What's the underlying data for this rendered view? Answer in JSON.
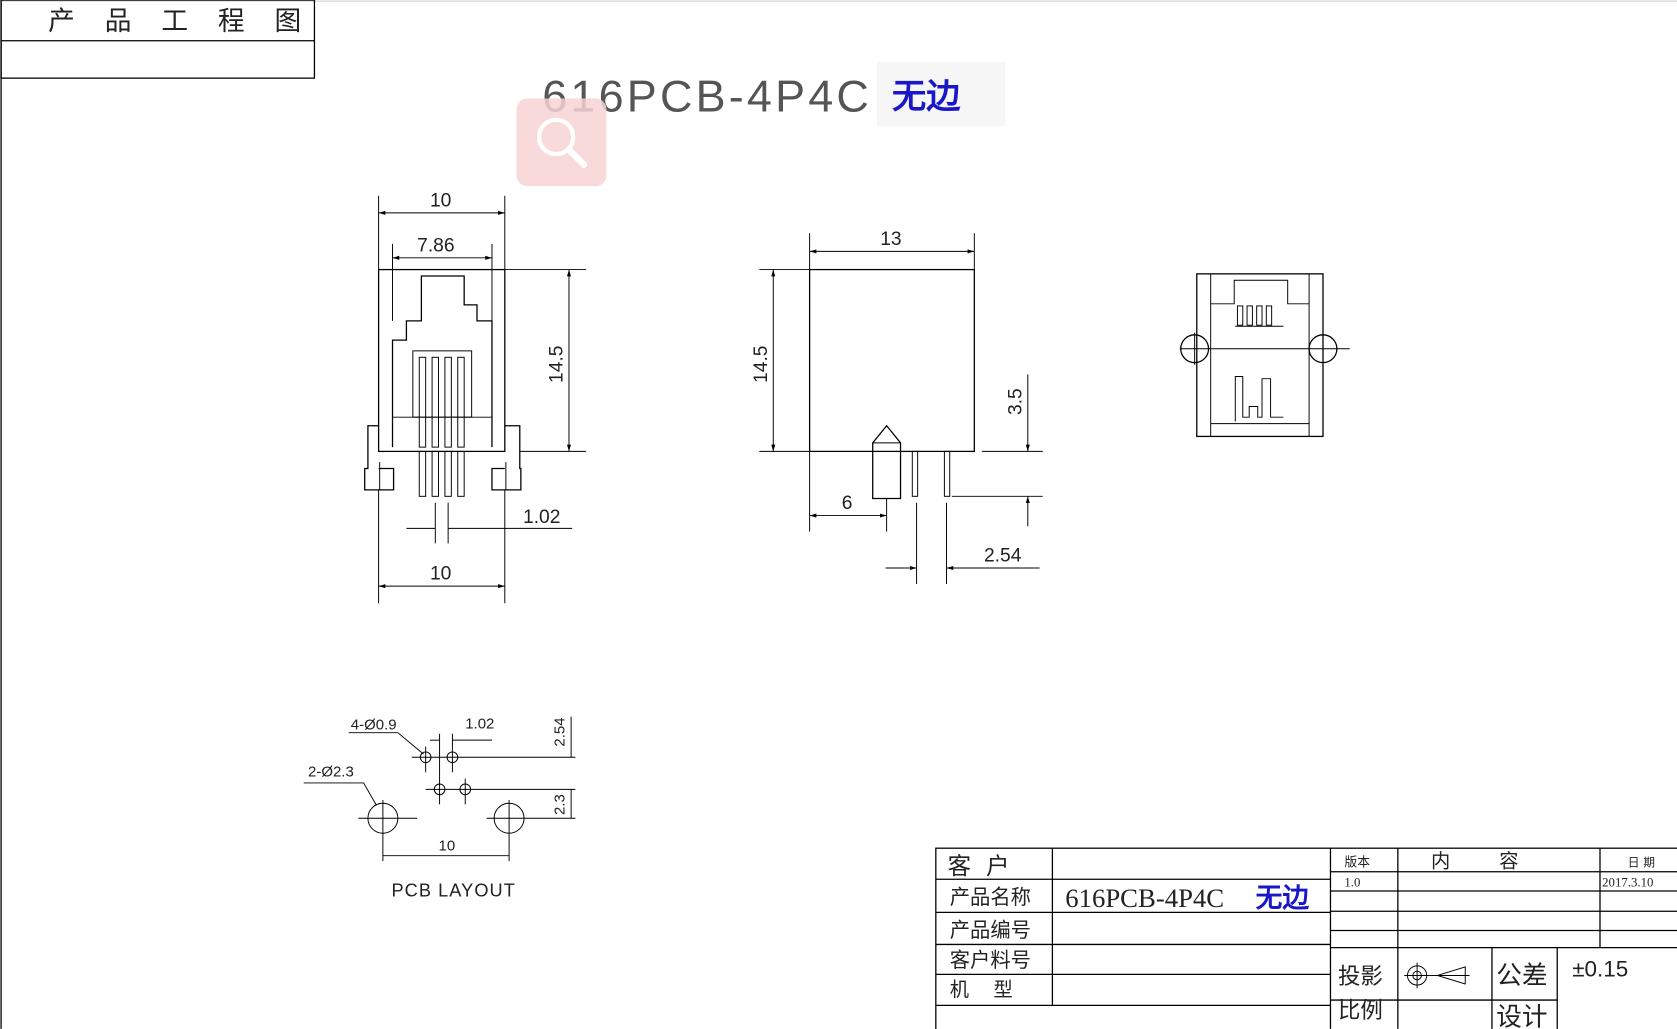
{
  "header": {
    "title_block_label": "产 品 工 程 图"
  },
  "title": {
    "model": "616PCB-4P4C",
    "variant": "无边",
    "variant_color": "#1a17c8"
  },
  "search_button": {
    "icon": "magnifier-icon",
    "color": "#f7d4d4"
  },
  "front_view": {
    "dims": {
      "width_top": "10",
      "inner_width": "7.86",
      "height": "14.5",
      "pin_pitch": "1.02",
      "width_bottom": "10"
    }
  },
  "side_view": {
    "dims": {
      "width": "13",
      "height": "14.5",
      "pin_length": "3.5",
      "post_offset": "6",
      "pin_pitch": "2.54"
    }
  },
  "pcb_layout": {
    "label": "PCB LAYOUT",
    "small_holes": "4-Ø0.9",
    "large_holes": "2-Ø2.3",
    "pitch": "1.02",
    "row_spacing": "2.54",
    "offset": "2.3",
    "span": "10"
  },
  "title_table": {
    "customer_label": "客  户",
    "customer_value": "",
    "product_name_label": "产品名称",
    "product_name_model": "616PCB-4P4C",
    "product_name_variant": "无边",
    "product_no_label": "产品编号",
    "customer_part_label": "客户料号",
    "model_label": "机    型",
    "version_label": "版本",
    "content_label": "内        容",
    "date_label": "日 期",
    "version_value": "1.0",
    "date_value": "2017.3.10",
    "projection_label": "投影",
    "tolerance_label": "公差",
    "tolerance_value": "±0.15",
    "scale_label": "比例",
    "design_label": "设计"
  }
}
